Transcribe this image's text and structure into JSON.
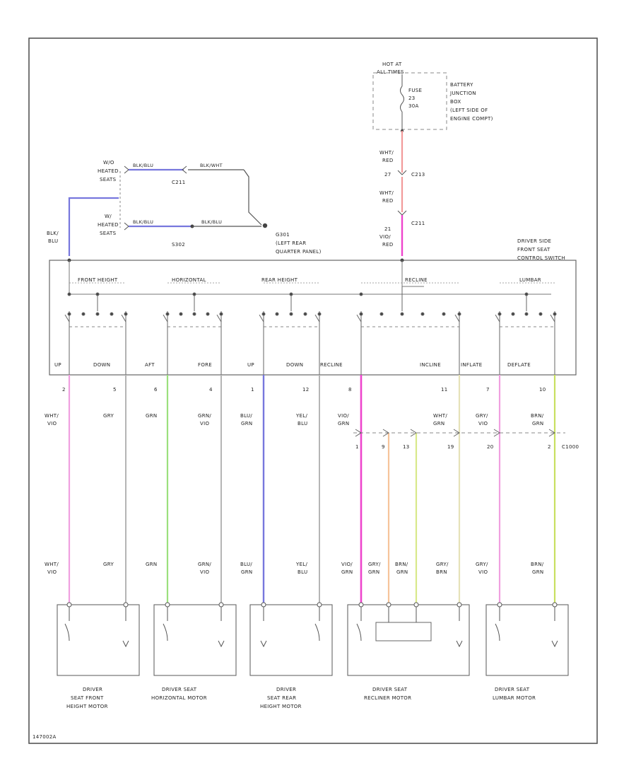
{
  "diagram_id": "147002A",
  "colors": {
    "pink": "#f0a0e0",
    "magenta": "#ee44cc",
    "gray": "#b5b5b5",
    "green": "#9be07d",
    "blue": "#7777dd",
    "orange": "#f6c49a",
    "yellow_green": "#d8e88a",
    "tan": "#e6e2b8",
    "red_pink": "#f29a9a",
    "lime": "#c8e060"
  },
  "power": {
    "hot_label_1": "HOT AT",
    "hot_label_2": "ALL TIMES",
    "fuse_1": "FUSE",
    "fuse_2": "23",
    "fuse_3": "30A",
    "bjb_1": "BATTERY",
    "bjb_2": "JUNCTION",
    "bjb_3": "BOX",
    "bjb_4": "(LEFT SIDE OF",
    "bjb_5": "ENGINE COMPT)",
    "wire1_1": "WHT/",
    "wire1_2": "RED",
    "pin_27": "27",
    "conn_c213": "C213",
    "wire2_1": "WHT/",
    "wire2_2": "RED",
    "pin_21": "21",
    "conn_c211": "C211",
    "wire3_1": "VIO/",
    "wire3_2": "RED"
  },
  "heated": {
    "wo_1": "W/O",
    "wo_2": "HEATED",
    "wo_3": "SEATS",
    "w_1": "W/",
    "w_2": "HEATED",
    "w_3": "SEATS",
    "blk_blu_1": "BLK/BLU",
    "wire_blk_1": "BLK/WHT",
    "c211": "C211",
    "wire_blk_2": "BLK/BLU",
    "s302": "S302",
    "g301_1": "G301",
    "g301_2": "(LEFT REAR",
    "g301_3": "QUARTER PANEL)",
    "side_1": "BLK/",
    "side_2": "BLU"
  },
  "switch": {
    "title_1": "DRIVER SIDE",
    "title_2": "FRONT SEAT",
    "title_3": "CONTROL SWITCH",
    "sec_front": "FRONT HEIGHT",
    "sec_horiz": "HORIZONTAL",
    "sec_rear": "REAR HEIGHT",
    "sec_recline": "RECLINE",
    "sec_lumbar": "LUMBAR",
    "lbl_up1": "UP",
    "lbl_down1": "DOWN",
    "lbl_aft": "AFT",
    "lbl_fore": "FORE",
    "lbl_up2": "UP",
    "lbl_down2": "DOWN",
    "lbl_recline": "RECLINE",
    "lbl_incline": "INCLINE",
    "lbl_inflate": "INFLATE",
    "lbl_deflate": "DEFLATE"
  },
  "pins": [
    "2",
    "5",
    "6",
    "4",
    "1",
    "12",
    "8",
    "11",
    "7",
    "10"
  ],
  "upper_wires": [
    [
      "WHT/",
      "VIO"
    ],
    [
      "GRY",
      ""
    ],
    [
      "GRN",
      ""
    ],
    [
      "GRN/",
      "VIO"
    ],
    [
      "BLU/",
      "GRN"
    ],
    [
      "YEL/",
      "BLU"
    ],
    [
      "VIO/",
      "GRN"
    ],
    [
      "WHT/",
      "GRN"
    ],
    [
      "GRY/",
      "VIO"
    ],
    [
      "BRN/",
      "GRN"
    ]
  ],
  "connector": {
    "name": "C1000",
    "pins": [
      "1",
      "9",
      "13",
      "19",
      "20",
      "2"
    ]
  },
  "lower_wires": [
    [
      "WHT/",
      "VIO"
    ],
    [
      "GRY",
      ""
    ],
    [
      "GRN",
      ""
    ],
    [
      "GRN/",
      "VIO"
    ],
    [
      "BLU/",
      "GRN"
    ],
    [
      "YEL/",
      "BLU"
    ],
    [
      "VIO/",
      "GRN"
    ],
    [
      "GRY/",
      "GRN"
    ],
    [
      "BRN/",
      "GRN"
    ],
    [
      "GRY/",
      "BRN"
    ],
    [
      "GRY/",
      "VIO"
    ],
    [
      "BRN/",
      "GRN"
    ]
  ],
  "motors": [
    [
      "DRIVER",
      "SEAT FRONT",
      "HEIGHT MOTOR"
    ],
    [
      "DRIVER SEAT",
      "HORIZONTAL MOTOR",
      ""
    ],
    [
      "DRIVER",
      "SEAT REAR",
      "HEIGHT MOTOR"
    ],
    [
      "DRIVER SEAT",
      "RECLINER MOTOR",
      ""
    ],
    [
      "DRIVER SEAT",
      "LUMBAR MOTOR",
      ""
    ]
  ]
}
